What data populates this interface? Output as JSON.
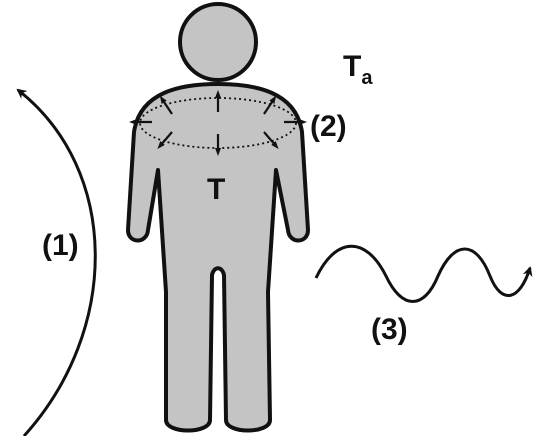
{
  "labels": {
    "ambient_temperature": "T",
    "ambient_subscript": "a",
    "body_temperature": "T",
    "path_1": "(1)",
    "path_2": "(2)",
    "path_3": "(3)"
  },
  "colors": {
    "body_fill": "#c4c4c4",
    "outline": "#111111",
    "background": "#ffffff"
  }
}
